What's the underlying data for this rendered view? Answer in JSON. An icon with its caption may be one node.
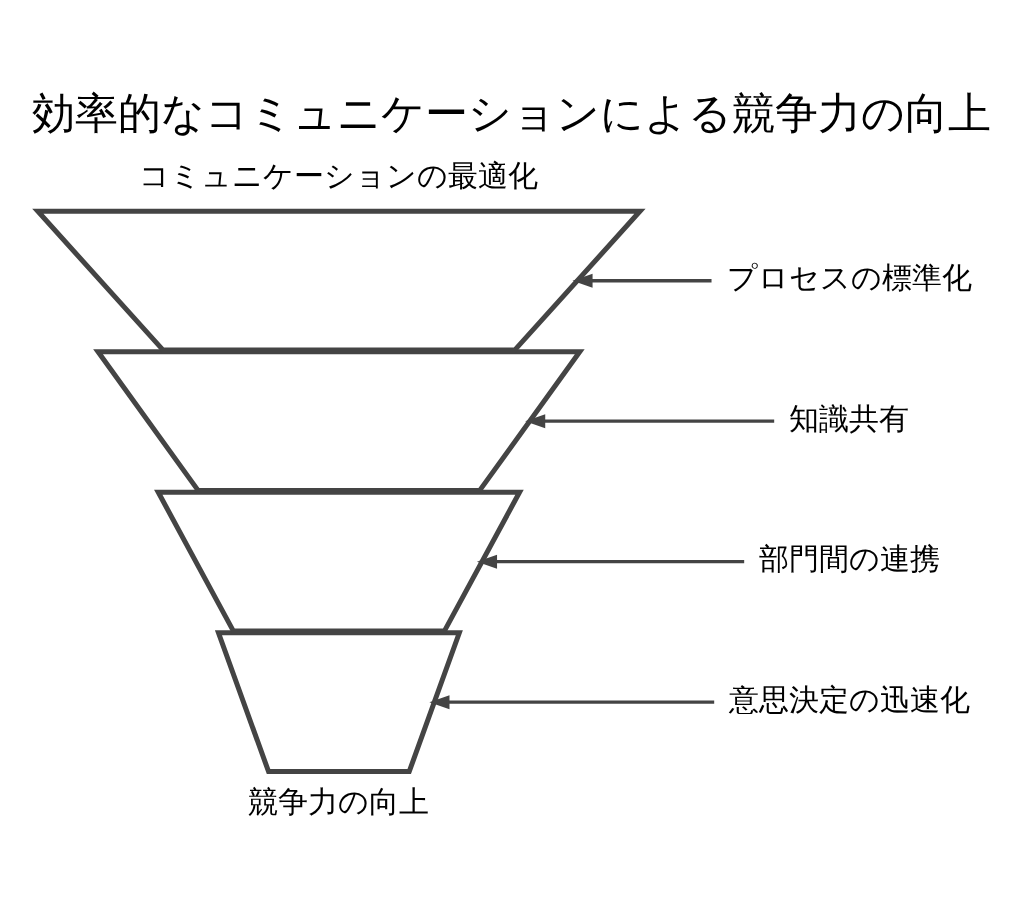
{
  "diagram": {
    "title": "効率的なコミュニケーションによる競争力の向上",
    "nodes": [
      {
        "text": [],
        "shape": "band"
      },
      {
        "text": [],
        "shape": "band"
      },
      {
        "text": [],
        "shape": "band"
      },
      {
        "text": [],
        "shape": "band"
      },
      {
        "text": [
          "プロセスの標準化"
        ]
      },
      {
        "text": [
          "知識共有"
        ]
      },
      {
        "text": [
          "部門間の連携"
        ]
      },
      {
        "text": [
          "意思決定の迅速化"
        ]
      }
    ],
    "edges": [
      {
        "from": 4,
        "to": 0,
        "arrow": "to"
      },
      {
        "from": 5,
        "to": 1,
        "arrow": "to"
      },
      {
        "from": 6,
        "to": 2,
        "arrow": "to"
      },
      {
        "from": 7,
        "to": 3,
        "arrow": "to"
      }
    ],
    "labels": [
      "コミュニケーションの最適化",
      "競争力の向上"
    ]
  }
}
